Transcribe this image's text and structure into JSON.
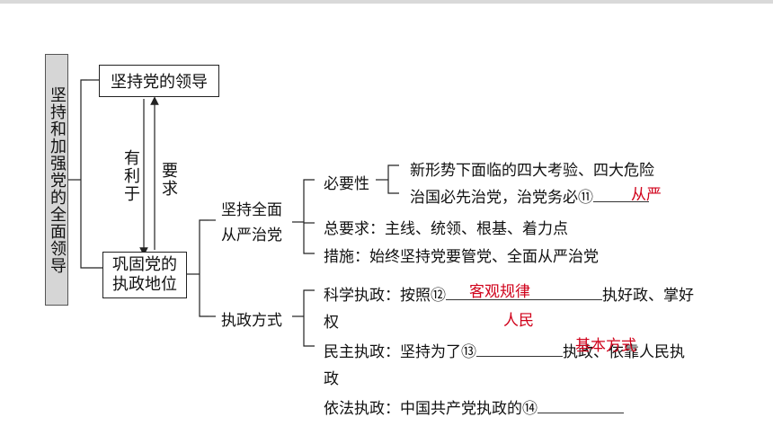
{
  "root_title": "坚持和加强党的全面领导",
  "node_leadership": "坚持党的领导",
  "node_consolidate": "巩固党的执政地位",
  "arrow_left_label": "有利于",
  "arrow_right_label": "要求",
  "branch_strict": "坚持全面从严治党",
  "branch_modes": "执政方式",
  "necessity_label": "必要性",
  "necessity_1": "新形势下面临的四大考验、四大危险",
  "necessity_2": "治国必先治党，治党务必⑪",
  "answer_11": "从严",
  "general_req": "总要求：主线、统领、根基、着力点",
  "measures": "措施：始终坚持党要管党、全面从严治党",
  "sci_line1a": "科学执政：按照⑫",
  "sci_line1b": "执好政、掌好",
  "sci_line2": "权",
  "answer_12": "客观规律",
  "answer_13": "人民",
  "dem_line1a": "民主执政：坚持为了⑬",
  "dem_line1b": "执政、依靠人民执",
  "dem_line2": "政",
  "answer_14": "基本方式",
  "law_line": "依法执政：中国共产党执政的⑭"
}
